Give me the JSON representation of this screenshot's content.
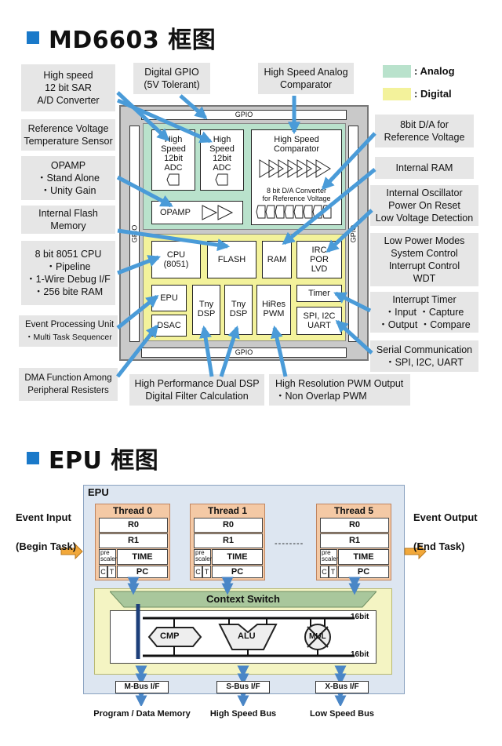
{
  "section1": {
    "title": "MD6603 框图"
  },
  "legend": {
    "analog": {
      "label": ": Analog",
      "color": "#b9e2cc"
    },
    "digital": {
      "label": ": Digital",
      "color": "#f3f29b"
    }
  },
  "callouts_left": [
    {
      "lines": [
        "High speed",
        "12 bit SAR",
        "A/D Converter"
      ]
    },
    {
      "lines": [
        "Reference Voltage",
        "Temperature Sensor"
      ]
    },
    {
      "lines": [
        "OPAMP",
        "・Stand Alone",
        "・Unity Gain"
      ]
    },
    {
      "lines": [
        "Internal Flash",
        "Memory"
      ]
    },
    {
      "lines": [
        "8 bit 8051 CPU",
        "・Pipeline",
        "・1-Wire Debug I/F",
        "・256 bite RAM"
      ]
    },
    {
      "lines": [
        "Event Processing Unit",
        "・Multi Task Sequencer"
      ]
    },
    {
      "lines": [
        "DMA Function Among",
        "Peripheral Resisters"
      ]
    }
  ],
  "callouts_top": [
    {
      "lines": [
        "Digital GPIO",
        "(5V Tolerant)"
      ]
    },
    {
      "lines": [
        "High Speed Analog",
        "Comparator"
      ]
    }
  ],
  "callouts_right": [
    {
      "lines": [
        "8bit D/A for",
        "Reference Voltage"
      ]
    },
    {
      "lines": [
        "Internal RAM"
      ]
    },
    {
      "lines": [
        "Internal Oscillator",
        "Power On Reset",
        "Low Voltage Detection"
      ]
    },
    {
      "lines": [
        "Low Power Modes",
        "System Control",
        "Interrupt Control",
        "WDT"
      ]
    },
    {
      "lines": [
        "Interrupt Timer",
        "・Input ・Capture",
        "・Output ・Compare"
      ]
    },
    {
      "lines": [
        "Serial Communication",
        "・SPI, I2C, UART"
      ]
    }
  ],
  "callouts_bottom": [
    {
      "lines": [
        "High Performance Dual DSP",
        "Digital Filter Calculation"
      ]
    },
    {
      "lines": [
        "High Resolution PWM Output",
        "・Non Overlap PWM"
      ]
    }
  ],
  "chip": {
    "gpio_top": "GPIO",
    "gpio_bottom": "GPIO",
    "gpio_left": "GPIO",
    "gpio_right": "GPIO",
    "adc1": [
      "High",
      "Speed",
      "12bit",
      "ADC"
    ],
    "adc2": [
      "High",
      "Speed",
      "12bit",
      "ADC"
    ],
    "comparator": [
      "High Speed",
      "Comparator"
    ],
    "dac": [
      "8 bit D/A Converter",
      "for Reference Voltage"
    ],
    "opamp": "OPAMP",
    "cpu": [
      "CPU",
      "(8051)"
    ],
    "flash": "FLASH",
    "ram": "RAM",
    "irc": [
      "IRC",
      "POR",
      "LVD"
    ],
    "epu": "EPU",
    "dsac": "DSAC",
    "tny_dsp1": [
      "Tny",
      "DSP"
    ],
    "tny_dsp2": [
      "Tny",
      "DSP"
    ],
    "hires": [
      "HiRes",
      "PWM"
    ],
    "timer": "Timer",
    "spi": [
      "SPI, I2C",
      "UART"
    ]
  },
  "section2": {
    "title": "EPU 框图"
  },
  "epu": {
    "label": "EPU",
    "threads": [
      {
        "title": "Thread 0"
      },
      {
        "title": "Thread 1"
      },
      {
        "title": "Thread 5"
      }
    ],
    "dots": "--------",
    "reg_r0": "R0",
    "reg_r1": "R1",
    "reg_time": "TIME",
    "reg_pc": "PC",
    "prescaler": [
      "pre",
      "scaler"
    ],
    "c_label": "C",
    "t_label": "T",
    "context_switch": "Context Switch",
    "bus16_top": "16bit",
    "bus16_bottom": "16bit",
    "cmp": "CMP",
    "alu": "ALU",
    "mul": "MUL",
    "event_input": [
      "Event Input",
      "(Begin Task)"
    ],
    "event_output": [
      "Event Output",
      "(End Task)"
    ],
    "bus_ifs": [
      {
        "name": "M-Bus I/F",
        "target": "Program / Data Memory"
      },
      {
        "name": "S-Bus I/F",
        "target": "High Speed Bus"
      },
      {
        "name": "X-Bus I/F",
        "target": "Low Speed Bus"
      }
    ]
  }
}
